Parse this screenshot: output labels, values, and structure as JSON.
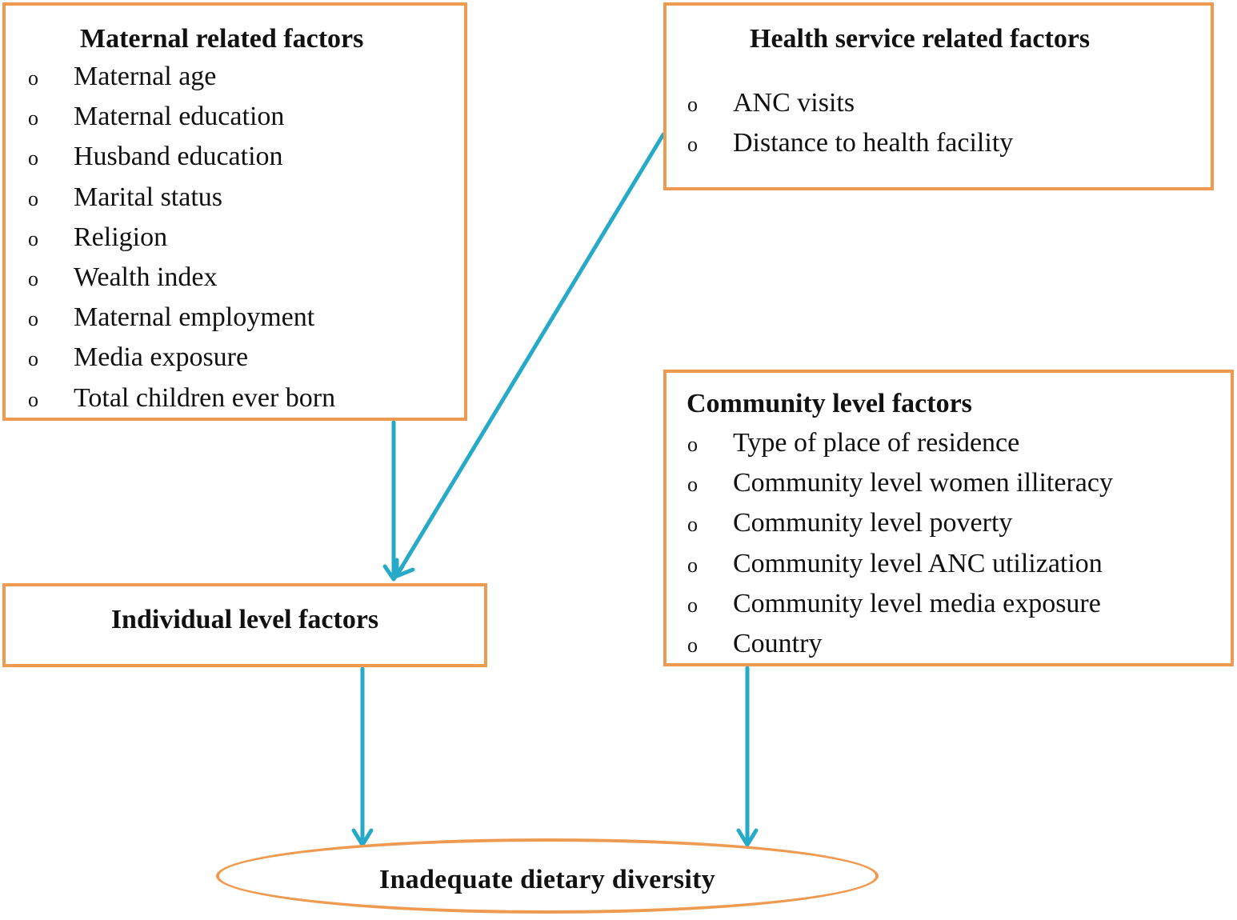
{
  "colors": {
    "box_border": "#ee9a50",
    "arrow": "#27a9c8",
    "text": "#111111"
  },
  "bullet_symbol": "o",
  "maternal_box": {
    "title": "Maternal related factors",
    "items": [
      "Maternal age",
      "Maternal education",
      "Husband education",
      "Marital status",
      "Religion",
      "Wealth index",
      "Maternal employment",
      "Media exposure",
      "Total children ever born"
    ]
  },
  "health_box": {
    "title": "Health service related factors",
    "items": [
      "ANC visits",
      "Distance to health facility"
    ]
  },
  "community_box": {
    "title": "Community level factors",
    "items": [
      "Type of place of residence",
      "Community level women illiteracy",
      "Community level poverty",
      "Community level ANC utilization",
      "Community level media exposure",
      "Country"
    ]
  },
  "individual_box": {
    "title": "Individual level factors"
  },
  "outcome": {
    "label": "Inadequate dietary diversity"
  }
}
